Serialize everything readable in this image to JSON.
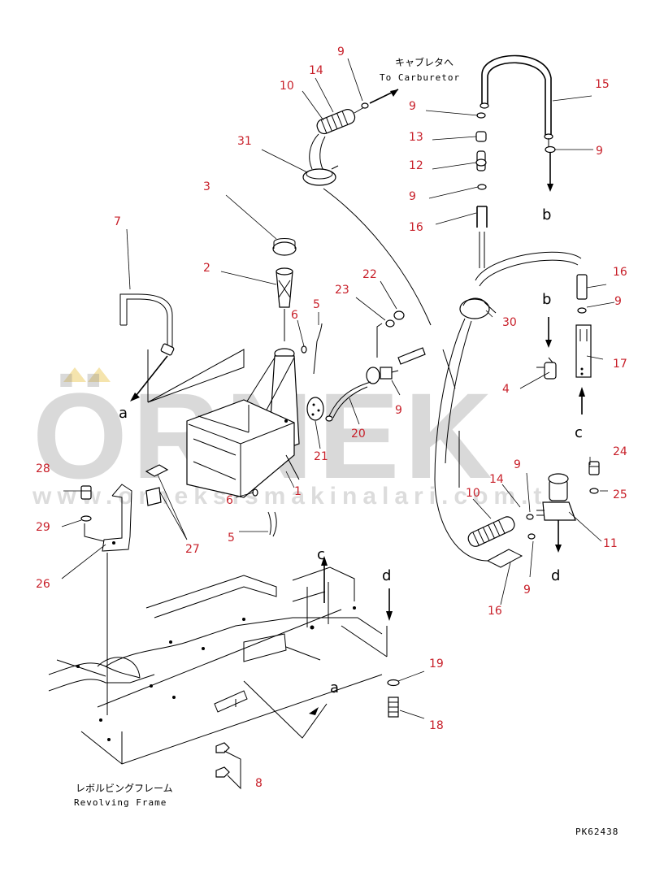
{
  "callouts": {
    "c9a": "9",
    "c14a": "14",
    "c10a": "10",
    "c31": "31",
    "c3": "3",
    "c2": "2",
    "c7": "7",
    "c6a": "6",
    "c5a": "5",
    "c22": "22",
    "c23": "23",
    "c9b": "9",
    "c13": "13",
    "c12": "12",
    "c9c": "9",
    "c16a": "16",
    "c15": "15",
    "c9d": "9",
    "c30": "30",
    "c16b": "16",
    "c9e": "9",
    "c17": "17",
    "c4": "4",
    "c9f": "9",
    "c20": "20",
    "c21": "21",
    "c1": "1",
    "c24": "24",
    "c25": "25",
    "c28": "28",
    "c29": "29",
    "c6b": "6",
    "c27": "27",
    "c5b": "5",
    "c26": "26",
    "c10b": "10",
    "c14b": "14",
    "c9g": "9",
    "c11": "11",
    "c9h": "9",
    "c16c": "16",
    "c19": "19",
    "c18": "18",
    "c8": "8"
  },
  "letters": {
    "b_top": "b",
    "b_mid": "b",
    "c_right": "c",
    "a_left": "a",
    "c_frame": "c",
    "d_frame": "d",
    "d_right": "d",
    "a_frame": "a"
  },
  "labels": {
    "carb_jp": "キャブレタへ",
    "carb_en": "To Carburetor",
    "frame_jp": "レボルビングフレーム",
    "frame_en": "Revolving Frame",
    "drawing_no": "PK62438"
  },
  "watermark": {
    "brand": "ÖRNEK",
    "url": "www.orneksismakinalari.com.tr"
  },
  "colors": {
    "callout": "#c8202a",
    "line": "#000000",
    "watermark": "#8a8a8a",
    "watermark_accent": "#e8c34a"
  }
}
